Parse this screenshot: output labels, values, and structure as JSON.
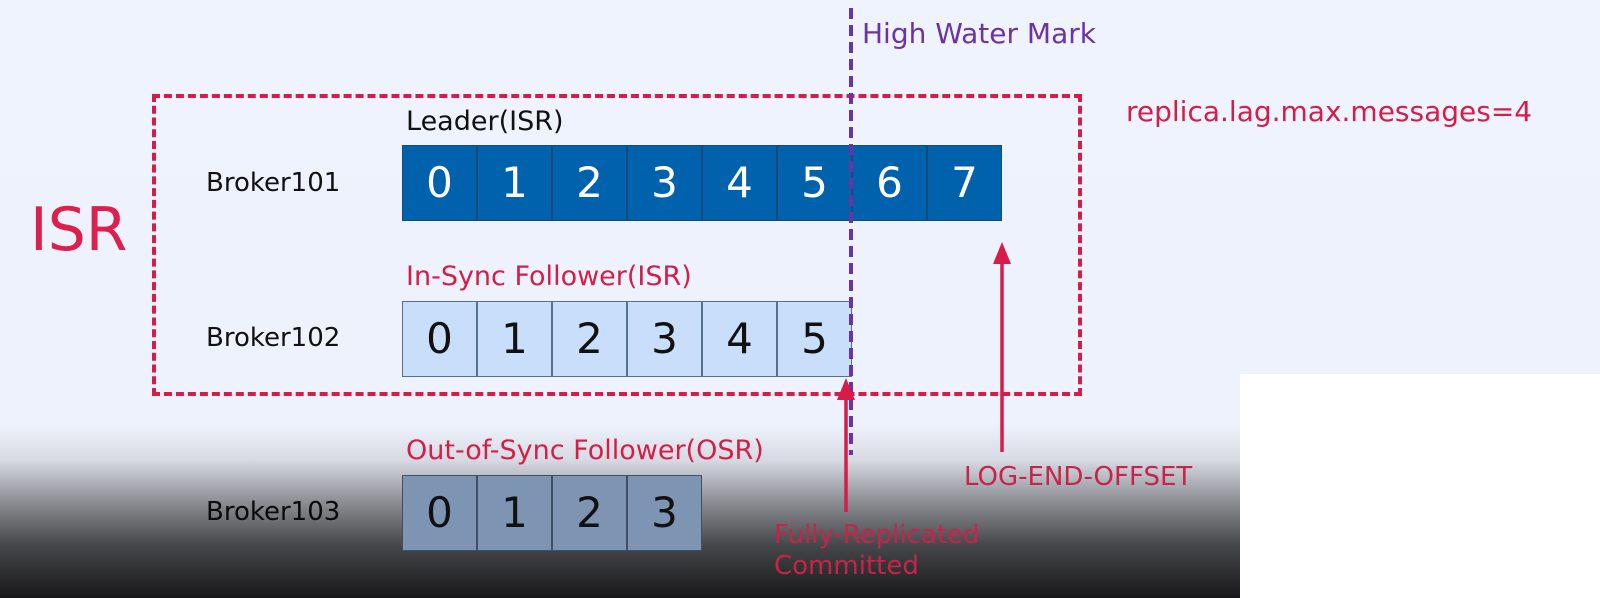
{
  "labels": {
    "isr_big": "ISR",
    "high_water_mark": "High Water Mark",
    "config": "replica.lag.max.messages=4",
    "log_end_offset": "LOG-END-OFFSET",
    "fully_replicated": "Fully-Replicated",
    "committed": "Committed"
  },
  "rows": [
    {
      "role": "Leader(ISR)",
      "broker": "Broker101",
      "offsets": [
        "0",
        "1",
        "2",
        "3",
        "4",
        "5",
        "6",
        "7"
      ]
    },
    {
      "role": "In-Sync Follower(ISR)",
      "broker": "Broker102",
      "offsets": [
        "0",
        "1",
        "2",
        "3",
        "4",
        "5"
      ]
    },
    {
      "role": "Out-of-Sync Follower(OSR)",
      "broker": "Broker103",
      "offsets": [
        "0",
        "1",
        "2",
        "3"
      ]
    }
  ],
  "colors": {
    "accent_red": "#d81b48",
    "hwm_purple": "#6b33a3",
    "leader_fill": "#0062ac",
    "in_sync_fill": "#c9defa",
    "out_of_sync_fill": "#7e94b3"
  }
}
